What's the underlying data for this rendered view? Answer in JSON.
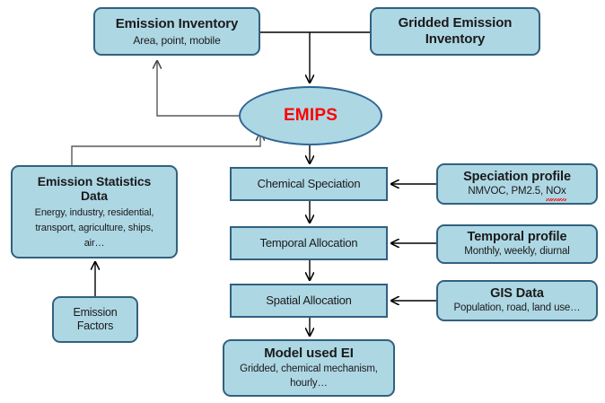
{
  "diagram": {
    "title": "EMIPS emission inventory processing flow",
    "colors": {
      "node_fill": "#aed7e4",
      "node_border": "#31617f",
      "ellipse_border": "#2f6595",
      "emips_text": "#ff0000",
      "connector": "#000000",
      "connector_gray": "#595959",
      "background": "#ffffff"
    }
  },
  "nodes": {
    "emission_inventory": {
      "title": "Emission Inventory",
      "subtitle": "Area, point, mobile"
    },
    "gridded_emission_inventory": {
      "title_line1": "Gridded Emission",
      "title_line2": "Inventory"
    },
    "emips": {
      "title": "EMIPS"
    },
    "emission_statistics_data": {
      "title_line1": "Emission Statistics",
      "title_line2": "Data",
      "subtitle_line1": "Energy, industry, residential,",
      "subtitle_line2": "transport, agriculture, ships,",
      "subtitle_line3": "air…"
    },
    "emission_factors": {
      "line1": "Emission",
      "line2": "Factors"
    },
    "chemical_speciation": {
      "label": "Chemical Speciation"
    },
    "temporal_allocation": {
      "label": "Temporal Allocation"
    },
    "spatial_allocation": {
      "label": "Spatial Allocation"
    },
    "model_used_ei": {
      "title": "Model used EI",
      "subtitle_line1": "Gridded, chemical mechanism,",
      "subtitle_line2": "hourly…"
    },
    "speciation_profile": {
      "title": "Speciation profile",
      "subtitle_prefix": "NMVOC, PM2.5, ",
      "subtitle_misspelled": "NOx"
    },
    "temporal_profile": {
      "title": "Temporal profile",
      "subtitle": "Monthly, weekly, diurnal"
    },
    "gis_data": {
      "title": "GIS Data",
      "subtitle": "Population, road, land use…"
    }
  },
  "connections": [
    {
      "from": "emission_inventory",
      "to": "gridded_emission_inventory",
      "arrow": "none"
    },
    {
      "from": "emission_inventory",
      "to": "emips",
      "arrow": "down"
    },
    {
      "from": "emips",
      "to": "emission_inventory",
      "arrow": "up"
    },
    {
      "from": "emission_statistics_data",
      "to": "emips",
      "arrow": "up"
    },
    {
      "from": "emission_factors",
      "to": "emission_statistics_data",
      "arrow": "up"
    },
    {
      "from": "emips",
      "to": "chemical_speciation",
      "arrow": "down"
    },
    {
      "from": "chemical_speciation",
      "to": "temporal_allocation",
      "arrow": "down"
    },
    {
      "from": "temporal_allocation",
      "to": "spatial_allocation",
      "arrow": "down"
    },
    {
      "from": "spatial_allocation",
      "to": "model_used_ei",
      "arrow": "down"
    },
    {
      "from": "speciation_profile",
      "to": "chemical_speciation",
      "arrow": "left"
    },
    {
      "from": "temporal_profile",
      "to": "temporal_allocation",
      "arrow": "left"
    },
    {
      "from": "gis_data",
      "to": "spatial_allocation",
      "arrow": "left"
    }
  ]
}
